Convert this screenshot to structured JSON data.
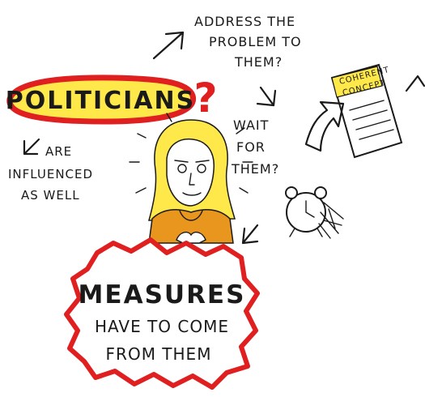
{
  "sketch": {
    "politicians": "POLITICIANS",
    "question_mark": "?",
    "address_line1": "ADDRESS THE",
    "address_line2": "PROBLEM TO",
    "address_line3": "THEM?",
    "wait_line1": "WAIT",
    "wait_line2": "FOR",
    "wait_line3": "THEM?",
    "influenced_line1": "ARE",
    "influenced_line2": "INFLUENCED",
    "influenced_line3": "AS WELL",
    "document_line1": "COHERENT",
    "document_line2": "CONCEPT",
    "measures_line1": "MEASURES",
    "measures_line2": "HAVE TO COME",
    "measures_line3": "FROM THEM"
  },
  "colors": {
    "red": "#e02020",
    "yellow": "#ffe84a",
    "orange": "#e8961e",
    "ink": "#1a1a1a"
  },
  "icons": [
    "politician-portrait",
    "alarm-clock-icon",
    "document-icon",
    "arrow-icon"
  ]
}
